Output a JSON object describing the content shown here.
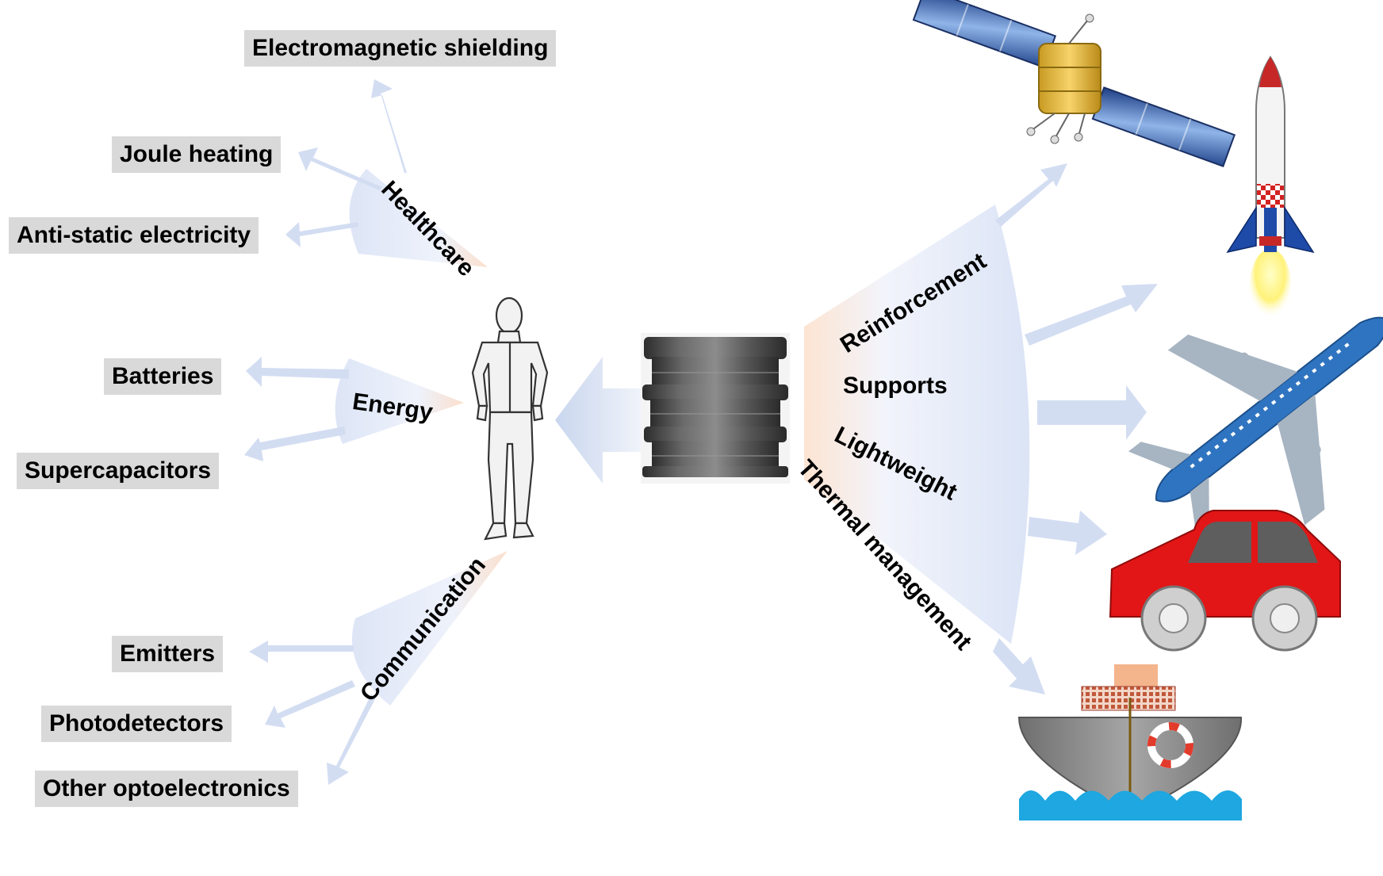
{
  "human_applications": {
    "healthcare": {
      "label": "Healthcare",
      "items": [
        "Electromagnetic shielding",
        "Joule heating",
        "Anti-static electricity"
      ]
    },
    "energy": {
      "label": "Energy",
      "items": [
        "Batteries",
        "Supercapacitors"
      ]
    },
    "communication": {
      "label": "Communication",
      "items": [
        "Emitters",
        "Photodetectors",
        "Other optoelectronics"
      ]
    }
  },
  "structural_properties": [
    "Reinforcement",
    "Supports",
    "Lightweight",
    "Thermal management"
  ],
  "icons": {
    "center": "material-sample-photo",
    "person": "human-figure-icon",
    "vehicles": [
      "satellite-icon",
      "rocket-icon",
      "airplane-icon",
      "car-icon",
      "ship-icon"
    ]
  },
  "colors": {
    "arrow": "#c9d6ee",
    "fan_blue": "#dfe6f6",
    "fan_orange": "#fbe0cd",
    "label_box": "#d9d9d9"
  }
}
